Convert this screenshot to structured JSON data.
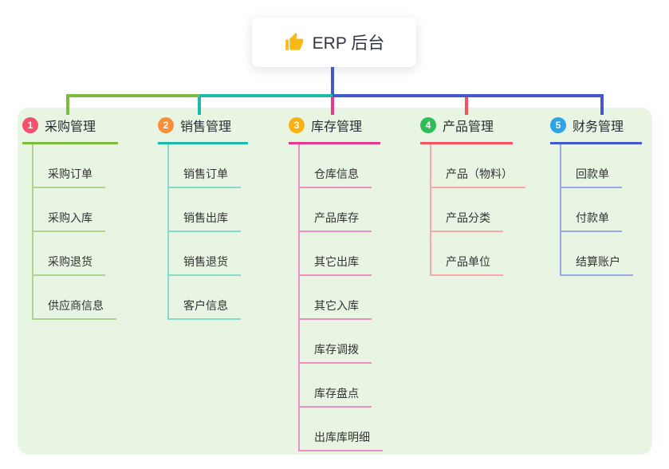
{
  "root": {
    "title": "ERP 后台",
    "icon": "thumbs-up-icon",
    "icon_color": "#F7B916",
    "connector_color": "#4458CE"
  },
  "canvas": {
    "background": "#E9F5E3"
  },
  "branches": [
    {
      "badge": "1",
      "title": "采购管理",
      "badge_color": "#F4516C",
      "line_color": "#7EBC41",
      "child_line_color": "#AED58B",
      "items": [
        "采购订单",
        "采购入库",
        "采购退货",
        "供应商信息"
      ]
    },
    {
      "badge": "2",
      "title": "销售管理",
      "badge_color": "#F98E3B",
      "line_color": "#1FB9A9",
      "child_line_color": "#86DBCF",
      "items": [
        "销售订单",
        "销售出库",
        "销售退货",
        "客户信息"
      ]
    },
    {
      "badge": "3",
      "title": "库存管理",
      "badge_color": "#FBB116",
      "line_color": "#E23A8C",
      "child_line_color": "#EE8FC3",
      "items": [
        "仓库信息",
        "产品库存",
        "其它出库",
        "其它入库",
        "库存调拨",
        "库存盘点",
        "出库库明细"
      ]
    },
    {
      "badge": "4",
      "title": "产品管理",
      "badge_color": "#2EBD59",
      "line_color": "#F5515F",
      "child_line_color": "#F9A6AD",
      "items": [
        "产品（物料）",
        "产品分类",
        "产品单位"
      ]
    },
    {
      "badge": "5",
      "title": "财务管理",
      "badge_color": "#2EA3E5",
      "line_color": "#4458CE",
      "child_line_color": "#98A8E8",
      "items": [
        "回款单",
        "付款单",
        "结算账户"
      ]
    }
  ],
  "text_color": "#333333"
}
